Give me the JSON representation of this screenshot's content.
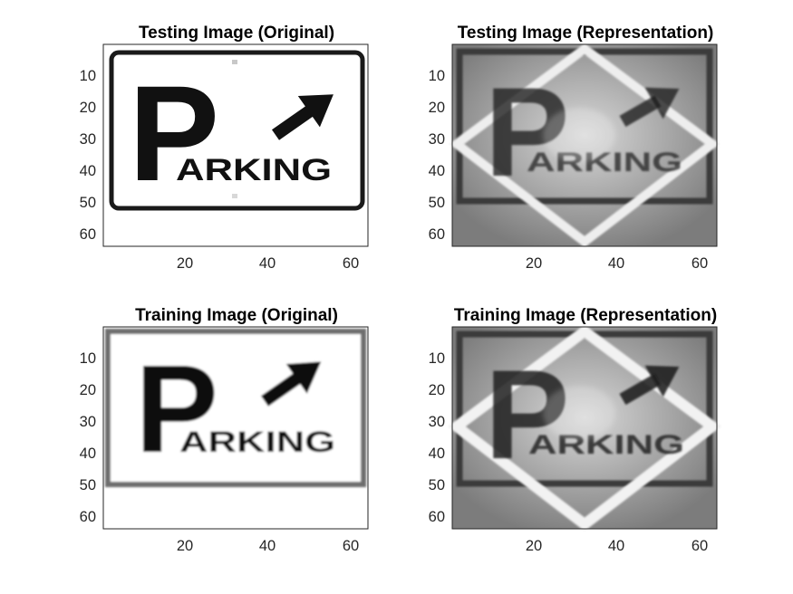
{
  "figure": {
    "panels": [
      {
        "title": "Testing Image (Original)",
        "kind": "original",
        "yticks": [
          "10",
          "20",
          "30",
          "40",
          "50",
          "60"
        ],
        "xticks": [
          "20",
          "40",
          "60"
        ],
        "sign": {
          "letter": "P",
          "text": "ARKING",
          "icon": "arrow-up-right-icon"
        }
      },
      {
        "title": "Testing Image (Representation)",
        "kind": "representation",
        "yticks": [
          "10",
          "20",
          "30",
          "40",
          "50",
          "60"
        ],
        "xticks": [
          "20",
          "40",
          "60"
        ],
        "sign": {
          "letter": "P",
          "text": "ARKING",
          "icon": "arrow-up-right-icon"
        }
      },
      {
        "title": "Training Image (Original)",
        "kind": "original",
        "yticks": [
          "10",
          "20",
          "30",
          "40",
          "50",
          "60"
        ],
        "xticks": [
          "20",
          "40",
          "60"
        ],
        "sign": {
          "letter": "P",
          "text": "ARKING",
          "icon": "arrow-up-right-icon"
        }
      },
      {
        "title": "Training Image (Representation)",
        "kind": "representation",
        "yticks": [
          "10",
          "20",
          "30",
          "40",
          "50",
          "60"
        ],
        "xticks": [
          "20",
          "40",
          "60"
        ],
        "sign": {
          "letter": "P",
          "text": "ARKING",
          "icon": "arrow-up-right-icon"
        }
      }
    ],
    "colors": {
      "ink": "#111111",
      "axis": "#262626",
      "background": "#ffffff",
      "gray": "#7a7a7a"
    }
  }
}
